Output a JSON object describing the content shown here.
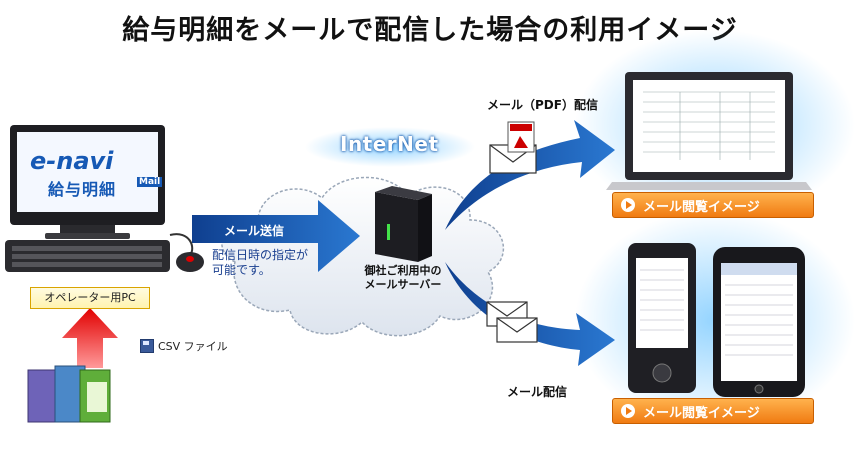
{
  "title": "給与明細をメールで配信した場合の利用イメージ",
  "operator_pc": {
    "label": "オペレーター用PC",
    "logo_main": "e-navi",
    "logo_sub": "給与明細",
    "logo_mail": "Mail"
  },
  "csv": {
    "label": "CSV ファイル"
  },
  "send": {
    "label": "メール送信",
    "note_line1": "配信日時の指定が",
    "note_line2": "可能です。"
  },
  "internet": {
    "label": "InterNet"
  },
  "server": {
    "line1": "御社ご利用中の",
    "line2": "メールサーバー"
  },
  "pdf_delivery": {
    "label": "メール（PDF）配信"
  },
  "mail_delivery": {
    "label": "メール配信"
  },
  "view_buttons": [
    {
      "label": "メール閲覧イメージ"
    },
    {
      "label": "メール閲覧イメージ"
    }
  ],
  "colors": {
    "arrow_blue": "#1c5fb0",
    "button_orange": "#f07b12",
    "up_arrow_red": "#e10000"
  }
}
